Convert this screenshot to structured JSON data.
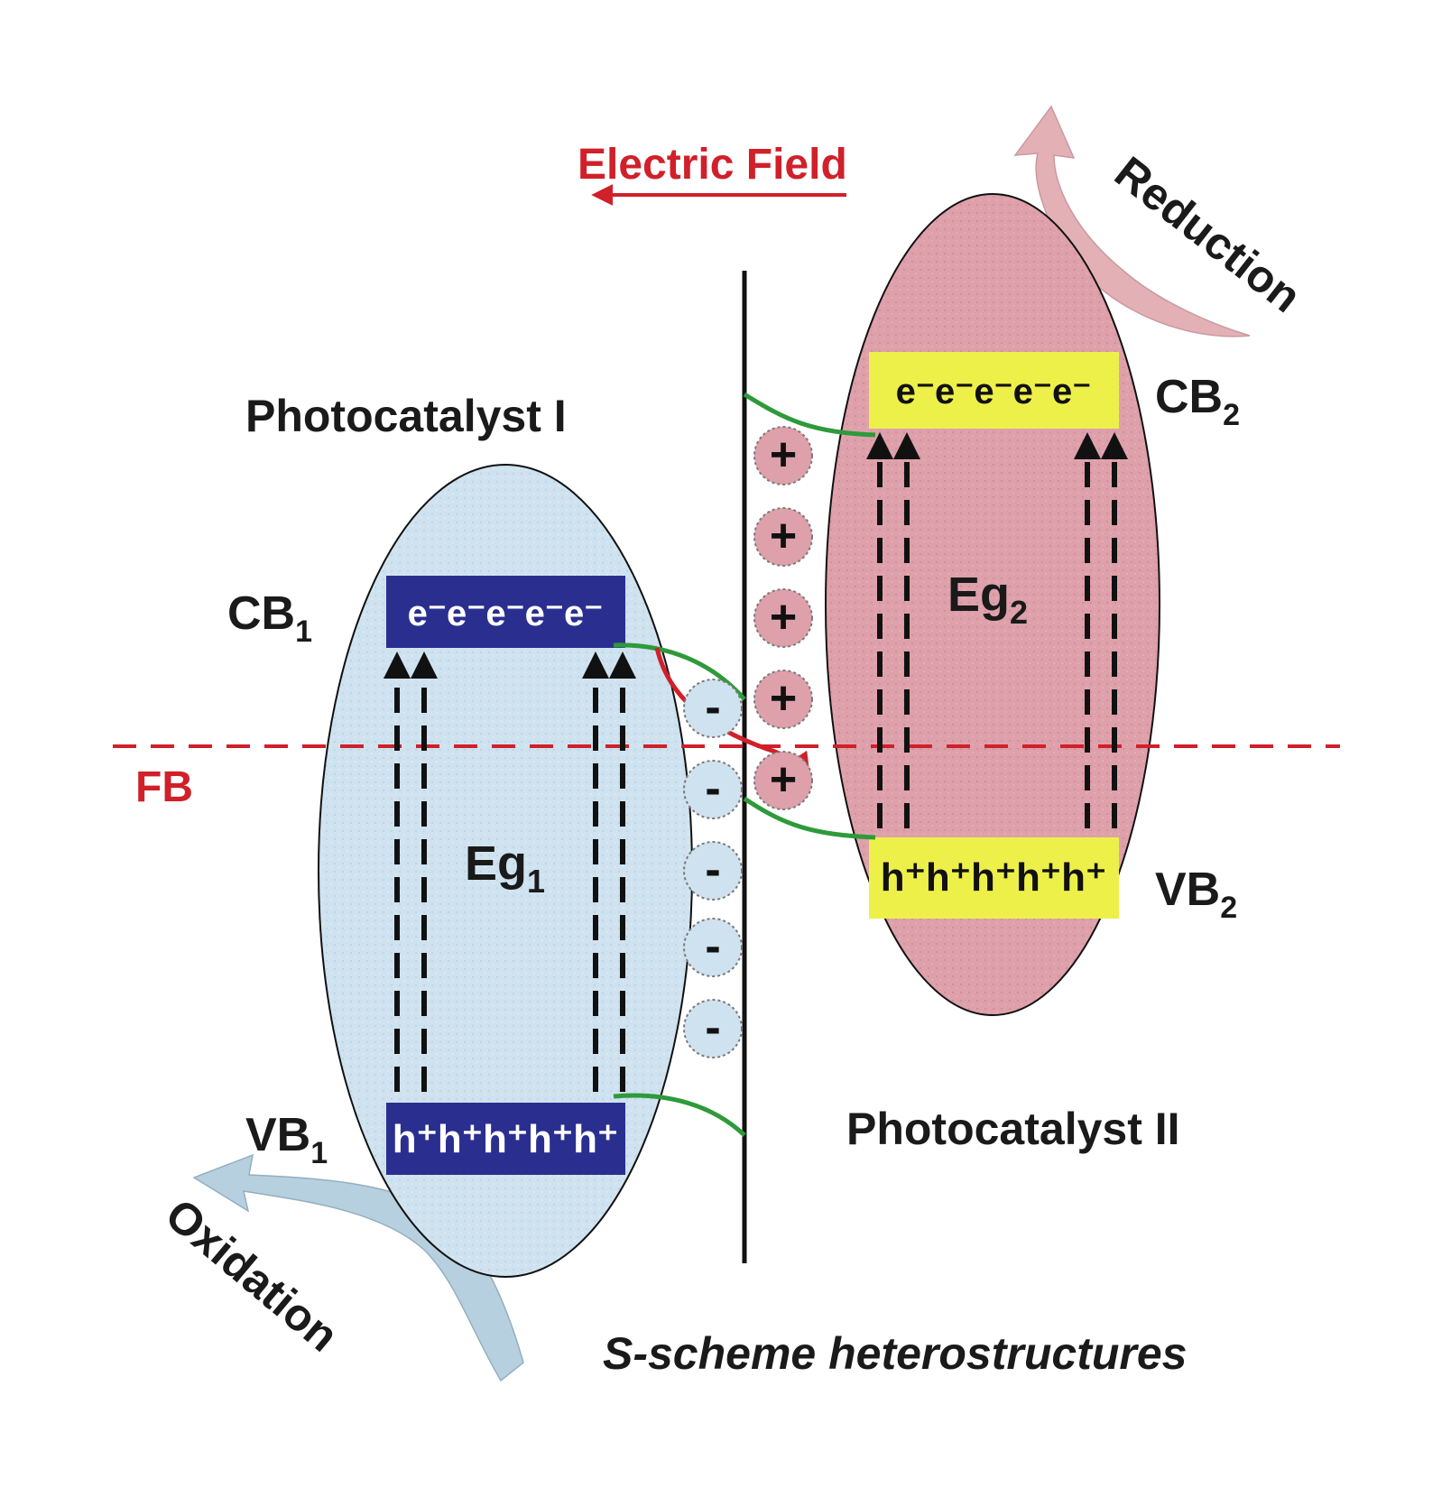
{
  "photocatalyst_1": {
    "name": "Photocatalyst I",
    "cb_label": "CB",
    "cb_sub": "1",
    "vb_label": "VB",
    "vb_sub": "1",
    "gap_label": "Eg",
    "gap_sub": "1",
    "cb_text": "e⁻e⁻e⁻e⁻e⁻",
    "vb_text": "h⁺h⁺h⁺h⁺h⁺",
    "band_color": "#2a2f8f",
    "fill_color": "#cfe2ef"
  },
  "photocatalyst_2": {
    "name": "Photocatalyst II",
    "cb_label": "CB",
    "cb_sub": "2",
    "vb_label": "VB",
    "vb_sub": "2",
    "gap_label": "Eg",
    "gap_sub": "2",
    "cb_text": "e⁻e⁻e⁻e⁻e⁻",
    "vb_text": "h⁺h⁺h⁺h⁺h⁺",
    "band_color": "#eef04a",
    "fill_color": "#dfa3ad"
  },
  "electric_field_label": "Electric Field",
  "fermi_level_label": "FB",
  "reduction_label": "Reduction",
  "oxidation_label": "Oxidation",
  "caption": "S-scheme heterostructures",
  "positive_charge_symbol": "+",
  "negative_charge_symbol": "-",
  "accent_red": "#d0202a",
  "transfer_green": "#2e9a3a"
}
